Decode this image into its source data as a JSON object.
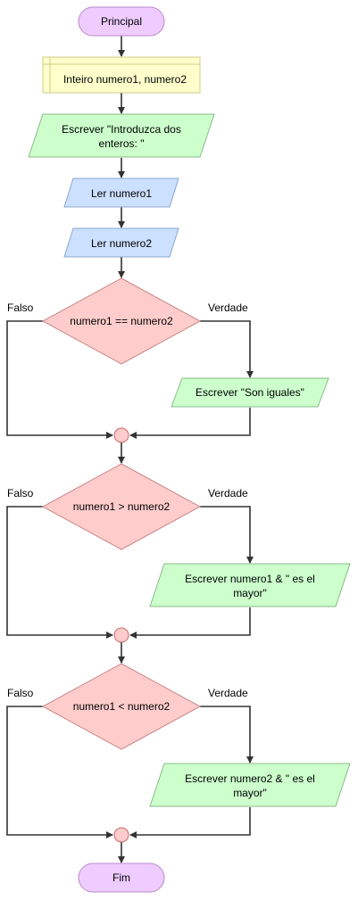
{
  "nodes": {
    "start": {
      "label": "Principal"
    },
    "declare": {
      "label": "Inteiro numero1, numero2"
    },
    "write_intro": {
      "line1": "Escrever \"Introduzca dos",
      "line2": "enteros: \""
    },
    "read1": {
      "label": "Ler numero1"
    },
    "read2": {
      "label": "Ler numero2"
    },
    "decision1": {
      "label": "numero1 == numero2",
      "false_label": "Falso",
      "true_label": "Verdade"
    },
    "write_equal": {
      "label": "Escrever \"Son iguales\""
    },
    "decision2": {
      "label": "numero1 > numero2",
      "false_label": "Falso",
      "true_label": "Verdade"
    },
    "write_greater1": {
      "line1": "Escrever numero1 & \" es el",
      "line2": "mayor\""
    },
    "decision3": {
      "label": "numero1 < numero2",
      "false_label": "Falso",
      "true_label": "Verdade"
    },
    "write_greater2": {
      "line1": "Escrever numero2 & \" es el",
      "line2": "mayor\""
    },
    "end": {
      "label": "Fim"
    }
  },
  "colors": {
    "terminal_fill": "#eeccff",
    "terminal_stroke": "#bb88cc",
    "declare_fill": "#ffffcc",
    "declare_stroke": "#cccc88",
    "output_fill": "#ccffcc",
    "output_stroke": "#88bb88",
    "input_fill": "#cce0ff",
    "input_stroke": "#88a8cc",
    "decision_fill": "#ffcccc",
    "decision_stroke": "#cc8888",
    "junction_fill": "#ffcccc",
    "junction_stroke": "#cc6666",
    "edge": "#333333"
  }
}
